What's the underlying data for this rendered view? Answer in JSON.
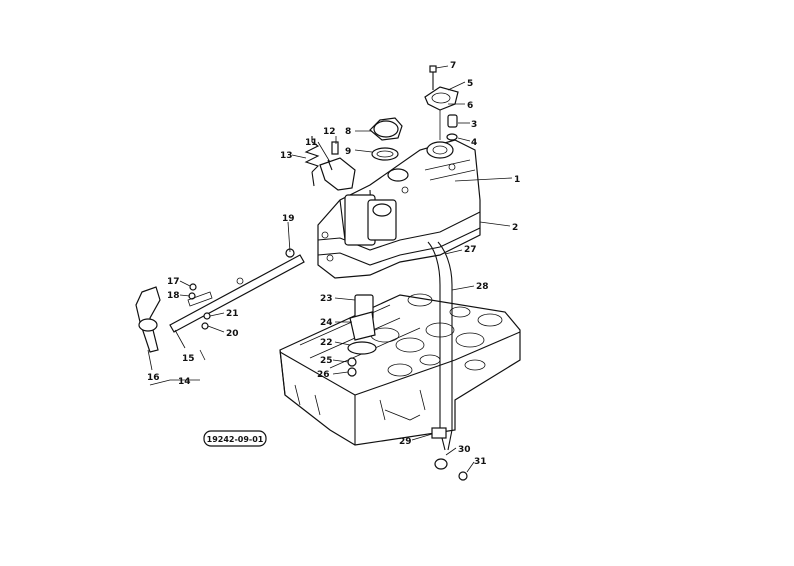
{
  "diagram": {
    "reference_code": "19242-09-01",
    "callouts": [
      "1",
      "2",
      "3",
      "4",
      "5",
      "6",
      "7",
      "8",
      "9",
      "11",
      "12",
      "13",
      "14",
      "15",
      "16",
      "17",
      "18",
      "19",
      "20",
      "21",
      "22",
      "23",
      "24",
      "25",
      "26",
      "27",
      "28",
      "29",
      "30",
      "31"
    ]
  }
}
